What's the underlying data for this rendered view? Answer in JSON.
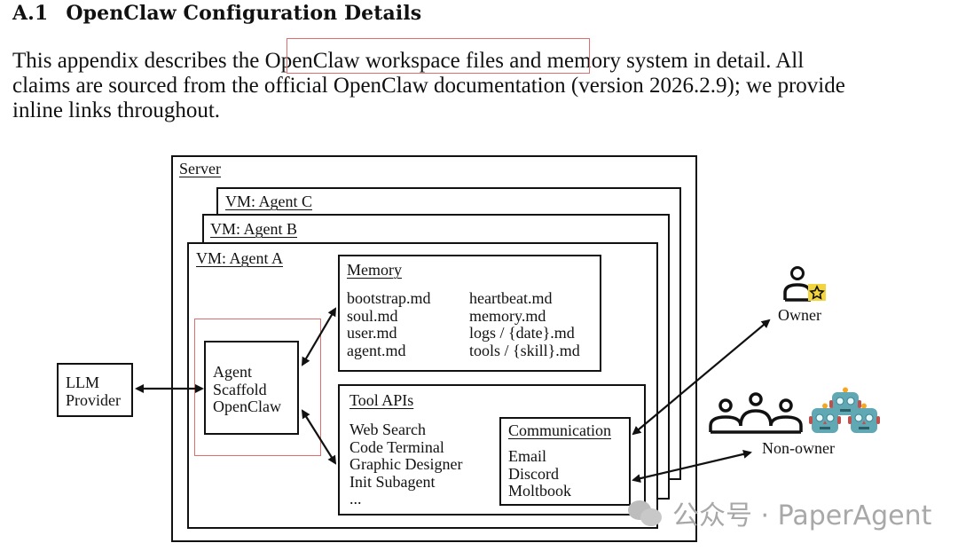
{
  "section": {
    "number": "A.1",
    "title": "OpenClaw Configuration Details"
  },
  "paragraph": {
    "lines": [
      "This appendix describes the OpenClaw workspace files and memory system in detail.  All",
      "claims are sourced from the official OpenClaw documentation (version 2026.2.9); we provide",
      "inline links throughout."
    ],
    "highlighted_phrase": "OpenClaw workspace files"
  },
  "diagram": {
    "server_label": "Server",
    "vm_labels": [
      "VM: Agent C",
      "VM: Agent B",
      "VM: Agent A"
    ],
    "llm_provider": [
      "LLM",
      "Provider"
    ],
    "agent_scaffold": [
      "Agent",
      "Scaffold",
      "OpenClaw"
    ],
    "memory": {
      "title": "Memory",
      "left": [
        "bootstrap.md",
        "soul.md",
        "user.md",
        "agent.md"
      ],
      "right": [
        "heartbeat.md",
        "memory.md",
        "logs / {date}.md",
        "tools / {skill}.md"
      ]
    },
    "tool_apis": {
      "title": "Tool APIs",
      "items": [
        "Web Search",
        "Code Terminal",
        "Graphic Designer",
        "Init Subagent",
        "..."
      ]
    },
    "communication": {
      "title": "Communication",
      "items": [
        "Email",
        "Discord",
        "Moltbook"
      ]
    },
    "owner_label": "Owner",
    "non_owner_label": "Non-owner",
    "colors": {
      "highlight_red": "#e06c6c",
      "owner_badge": "#f2d43c",
      "robot_teal": "#5fa8b4"
    }
  },
  "watermark": {
    "text": "公众号 · PaperAgent"
  }
}
